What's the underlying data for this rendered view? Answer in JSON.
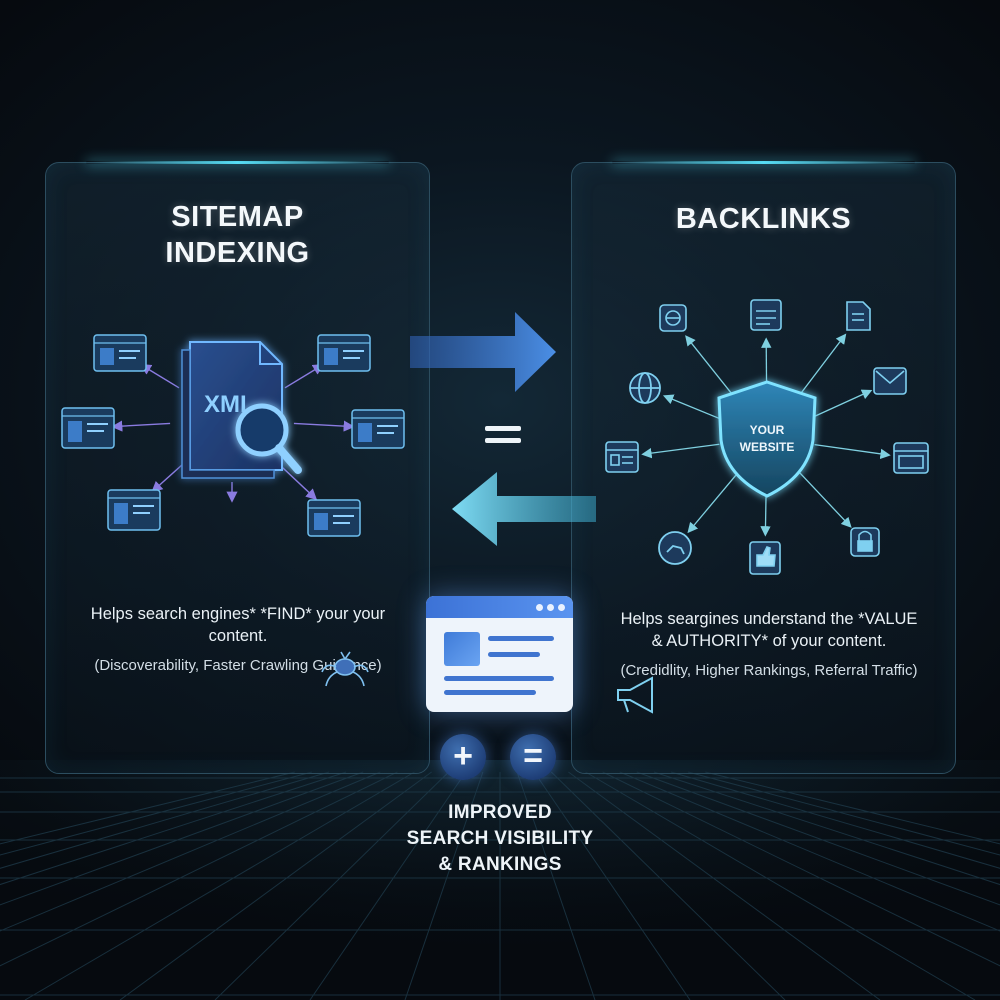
{
  "left_panel": {
    "title_line1": "SITEMAP",
    "title_line2": "INDEXING",
    "file_label": "XML",
    "description": "Helps search engines* *FIND* your your content.",
    "sub_description": "(Discoverability, Faster Crawling Guidance)",
    "icons": [
      "xml-file-icon",
      "magnifier-icon",
      "web-page-icon",
      "spider-crawler-icon"
    ]
  },
  "right_panel": {
    "title": "BACKLINKS",
    "shield_line1": "YOUR",
    "shield_line2": "WEBSITE",
    "description": "Helps seargines understand the *VALUE & AUTHORITY* of your content.",
    "sub_description": "(Credidlity, Higher Rankings, Referral Traffic)",
    "icons": [
      "shield-icon",
      "globe-icon",
      "document-icon",
      "mail-icon",
      "lock-icon",
      "thumbs-up-icon",
      "megaphone-icon"
    ]
  },
  "middle": {
    "equals_symbol": "=",
    "plus_button": "+",
    "equals_button": "=",
    "result_line1": "IMPROVED",
    "result_line2": "SEARCH VISIBILITY",
    "result_line3": "& RANKINGS"
  },
  "colors": {
    "background": "#070c12",
    "panel_border": "#2c4d5f",
    "glow_cyan": "#5ae6ff",
    "arrow_blue": "#3f7fd6",
    "arrow_cyan": "#6fd8f2",
    "spoke_purple": "#8a7be0",
    "spoke_teal": "#7fd0e0"
  }
}
